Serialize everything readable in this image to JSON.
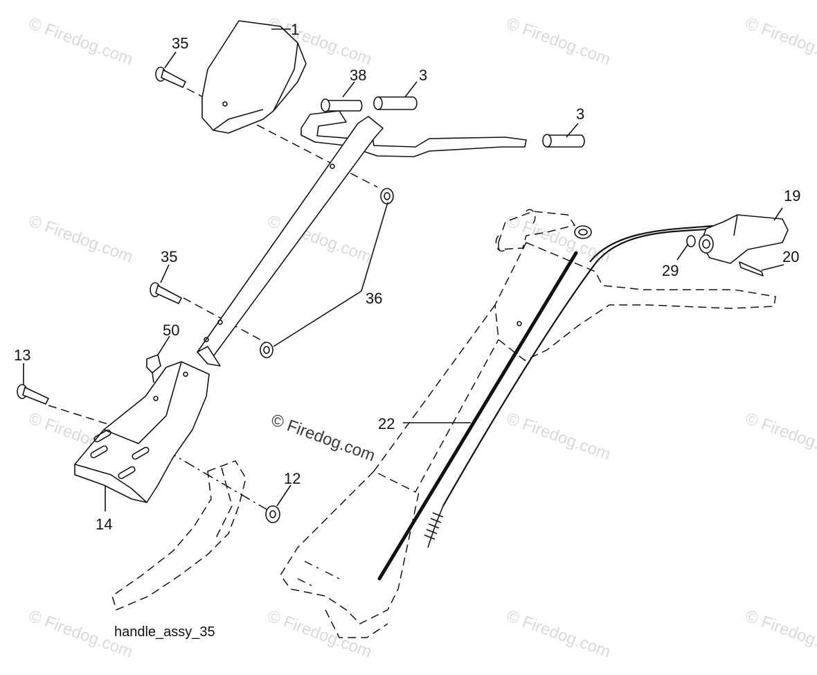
{
  "caption": "handle_assy_35",
  "watermark": "© Firedog.com",
  "labels": {
    "p1": "1",
    "p3a": "3",
    "p3b": "3",
    "p12": "12",
    "p13": "13",
    "p14": "14",
    "p19": "19",
    "p20": "20",
    "p22": "22",
    "p29": "29",
    "p35a": "35",
    "p35b": "35",
    "p36": "36",
    "p38": "38",
    "p50": "50"
  }
}
